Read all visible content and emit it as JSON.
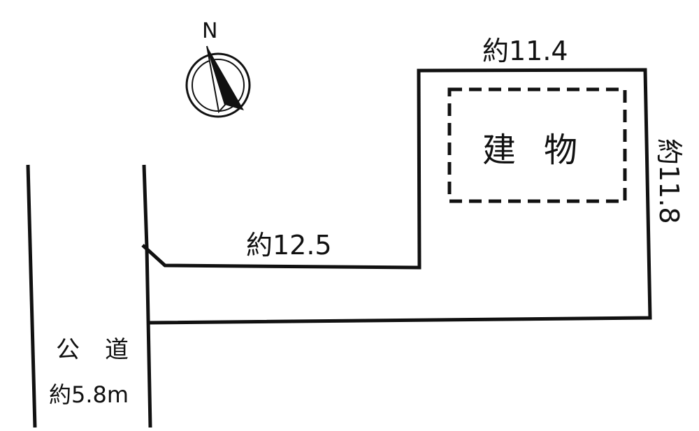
{
  "compass": {
    "north_label": "N",
    "icon": "north-arrow-icon"
  },
  "building": {
    "label": "建物"
  },
  "dimensions": {
    "top": "約11.4",
    "right": "約11.8",
    "middle": "約12.5"
  },
  "road": {
    "label": "公道",
    "width": "約5.8m"
  },
  "colors": {
    "line": "#111111",
    "background": "#ffffff"
  }
}
